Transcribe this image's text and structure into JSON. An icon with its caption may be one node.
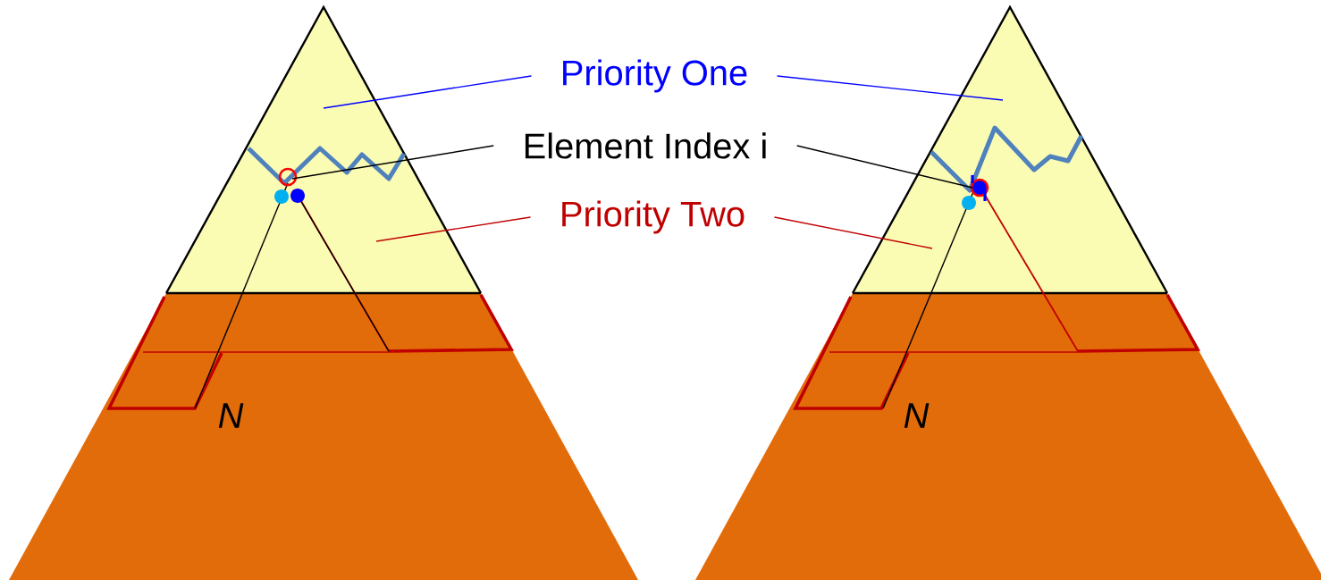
{
  "diagram": {
    "nodes": [
      {
        "text": [
          "Priority One"
        ]
      },
      {
        "text": [
          "Element Index i"
        ]
      },
      {
        "text": [
          "Priority Two"
        ]
      }
    ],
    "edges": [
      {
        "from": 0,
        "to": null,
        "arrow": "none",
        "color": "#0000ff"
      },
      {
        "from": 0,
        "to": null,
        "arrow": "none",
        "color": "#0000ff"
      },
      {
        "from": 1,
        "to": null,
        "arrow": "none",
        "color": "#000000"
      },
      {
        "from": 1,
        "to": null,
        "arrow": "none",
        "color": "#000000"
      },
      {
        "from": 2,
        "to": null,
        "arrow": "none",
        "color": "#c00000"
      },
      {
        "from": 2,
        "to": null,
        "arrow": "none",
        "color": "#c00000"
      }
    ],
    "labels": [
      "N",
      "N"
    ]
  }
}
